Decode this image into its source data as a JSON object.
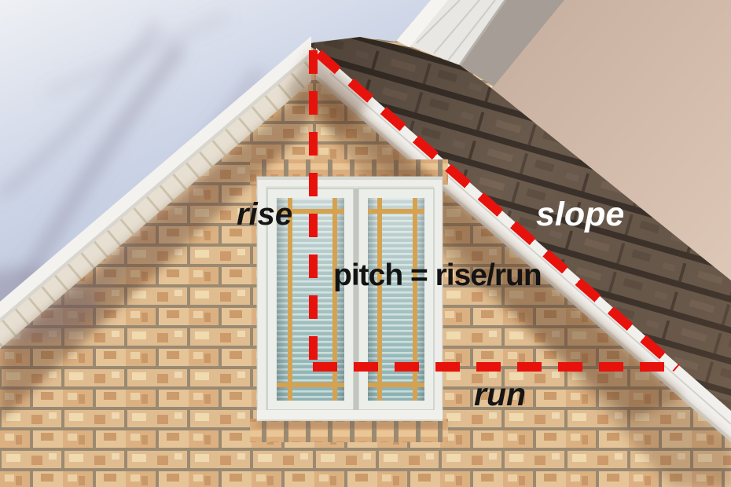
{
  "annotation": {
    "labels": {
      "rise": "rise",
      "slope": "slope",
      "formula": "pitch = rise/run",
      "run": "run"
    },
    "line_color": "#e8120d",
    "line_style": "dashed",
    "label_colors": {
      "rise": "#151515",
      "slope": "#ffffff",
      "formula": "#131313",
      "run": "#151515"
    },
    "lines": [
      {
        "name": "rise",
        "orientation": "vertical"
      },
      {
        "name": "run",
        "orientation": "horizontal"
      },
      {
        "name": "slope",
        "orientation": "diagonal-along-roof"
      }
    ]
  },
  "scene": {
    "subject": "house gable with double window, shingled roof and stucco wall",
    "palette": {
      "sky": "#ccd4e6",
      "brick": "#e0bd90",
      "mortar": "#9b8a72",
      "shingles": "#6b5b4d",
      "fascia": "#f1f0ec",
      "soffit": "#e7e0d2",
      "stucco": "#d5bdac",
      "stucco_shadow": "#a59d96",
      "window_frame": "#edeeea",
      "window_grille": "#d6a24f",
      "glass": "#b7d2d0"
    }
  }
}
